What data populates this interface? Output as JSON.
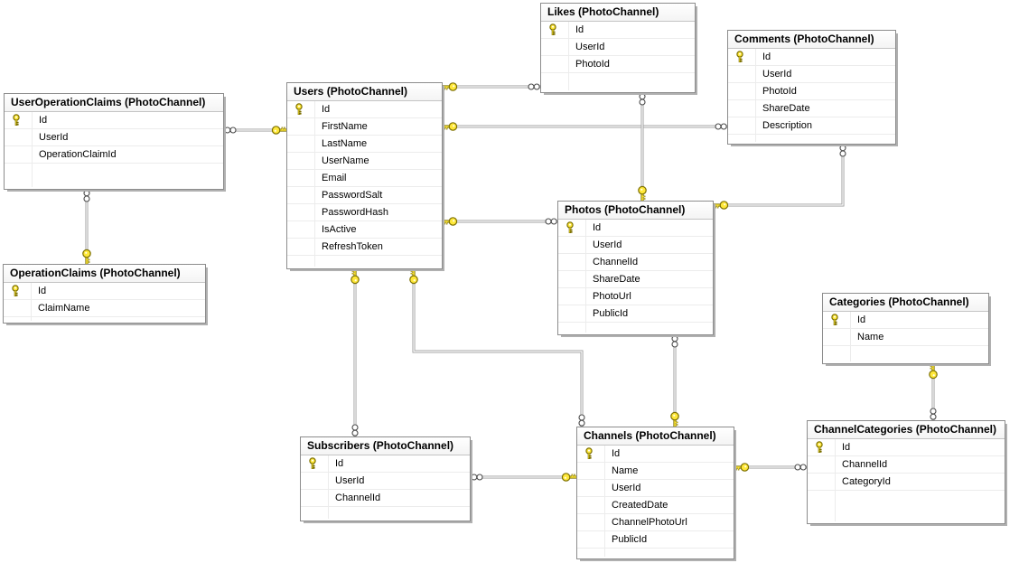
{
  "diagram": {
    "schema": "PhotoChannel",
    "tables": [
      {
        "name": "Likes",
        "title": "Likes (PhotoChannel)",
        "fields": [
          {
            "name": "Id",
            "pk": true
          },
          {
            "name": "UserId",
            "pk": false
          },
          {
            "name": "PhotoId",
            "pk": false
          }
        ]
      },
      {
        "name": "Comments",
        "title": "Comments (PhotoChannel)",
        "fields": [
          {
            "name": "Id",
            "pk": true
          },
          {
            "name": "UserId",
            "pk": false
          },
          {
            "name": "PhotoId",
            "pk": false
          },
          {
            "name": "ShareDate",
            "pk": false
          },
          {
            "name": "Description",
            "pk": false
          }
        ]
      },
      {
        "name": "UserOperationClaims",
        "title": "UserOperationClaims (PhotoChannel)",
        "fields": [
          {
            "name": "Id",
            "pk": true
          },
          {
            "name": "UserId",
            "pk": false
          },
          {
            "name": "OperationClaimId",
            "pk": false
          }
        ]
      },
      {
        "name": "Users",
        "title": "Users (PhotoChannel)",
        "fields": [
          {
            "name": "Id",
            "pk": true
          },
          {
            "name": "FirstName",
            "pk": false
          },
          {
            "name": "LastName",
            "pk": false
          },
          {
            "name": "UserName",
            "pk": false
          },
          {
            "name": "Email",
            "pk": false
          },
          {
            "name": "PasswordSalt",
            "pk": false
          },
          {
            "name": "PasswordHash",
            "pk": false
          },
          {
            "name": "IsActive",
            "pk": false
          },
          {
            "name": "RefreshToken",
            "pk": false
          }
        ]
      },
      {
        "name": "OperationClaims",
        "title": "OperationClaims (PhotoChannel)",
        "fields": [
          {
            "name": "Id",
            "pk": true
          },
          {
            "name": "ClaimName",
            "pk": false
          }
        ]
      },
      {
        "name": "Photos",
        "title": "Photos (PhotoChannel)",
        "fields": [
          {
            "name": "Id",
            "pk": true
          },
          {
            "name": "UserId",
            "pk": false
          },
          {
            "name": "ChannelId",
            "pk": false
          },
          {
            "name": "ShareDate",
            "pk": false
          },
          {
            "name": "PhotoUrl",
            "pk": false
          },
          {
            "name": "PublicId",
            "pk": false
          }
        ]
      },
      {
        "name": "Categories",
        "title": "Categories (PhotoChannel)",
        "fields": [
          {
            "name": "Id",
            "pk": true
          },
          {
            "name": "Name",
            "pk": false
          }
        ]
      },
      {
        "name": "Subscribers",
        "title": "Subscribers (PhotoChannel)",
        "fields": [
          {
            "name": "Id",
            "pk": true
          },
          {
            "name": "UserId",
            "pk": false
          },
          {
            "name": "ChannelId",
            "pk": false
          }
        ]
      },
      {
        "name": "Channels",
        "title": "Channels (PhotoChannel)",
        "fields": [
          {
            "name": "Id",
            "pk": true
          },
          {
            "name": "Name",
            "pk": false
          },
          {
            "name": "UserId",
            "pk": false
          },
          {
            "name": "CreatedDate",
            "pk": false
          },
          {
            "name": "ChannelPhotoUrl",
            "pk": false
          },
          {
            "name": "PublicId",
            "pk": false
          }
        ]
      },
      {
        "name": "ChannelCategories",
        "title": "ChannelCategories (PhotoChannel)",
        "fields": [
          {
            "name": "Id",
            "pk": true
          },
          {
            "name": "ChannelId",
            "pk": false
          },
          {
            "name": "CategoryId",
            "pk": false
          }
        ]
      }
    ],
    "relationships": [
      {
        "one": "Users",
        "many": "Likes",
        "cardinality": "one-to-many"
      },
      {
        "one": "Users",
        "many": "Comments",
        "cardinality": "one-to-many"
      },
      {
        "one": "Users",
        "many": "Photos",
        "cardinality": "one-to-many"
      },
      {
        "one": "Photos",
        "many": "Likes",
        "cardinality": "one-to-many"
      },
      {
        "one": "Photos",
        "many": "Comments",
        "cardinality": "one-to-many"
      },
      {
        "one": "Users",
        "many": "UserOperationClaims",
        "cardinality": "one-to-many"
      },
      {
        "one": "OperationClaims",
        "many": "UserOperationClaims",
        "cardinality": "one-to-many"
      },
      {
        "one": "Users",
        "many": "Subscribers",
        "cardinality": "one-to-many"
      },
      {
        "one": "Users",
        "many": "Channels",
        "cardinality": "one-to-many"
      },
      {
        "one": "Channels",
        "many": "Photos",
        "cardinality": "one-to-many"
      },
      {
        "one": "Channels",
        "many": "Subscribers",
        "cardinality": "one-to-many"
      },
      {
        "one": "Channels",
        "many": "ChannelCategories",
        "cardinality": "one-to-many"
      },
      {
        "one": "Categories",
        "many": "ChannelCategories",
        "cardinality": "one-to-many"
      }
    ],
    "icons": {
      "primary_key": "key-icon",
      "relationship_one_end": "key-icon",
      "relationship_many_end": "infinity-icon"
    },
    "colors": {
      "background": "#ffffff",
      "table_border": "#8c8c8c",
      "table_shadow": "#b0b0b0",
      "header_rule": "#c4c4c4",
      "row_separator": "#ececec",
      "relationship_line": "#9e9e9e",
      "key_fill": "#ffe83a",
      "key_outline": "#7c6f00",
      "text": "#000000"
    }
  }
}
